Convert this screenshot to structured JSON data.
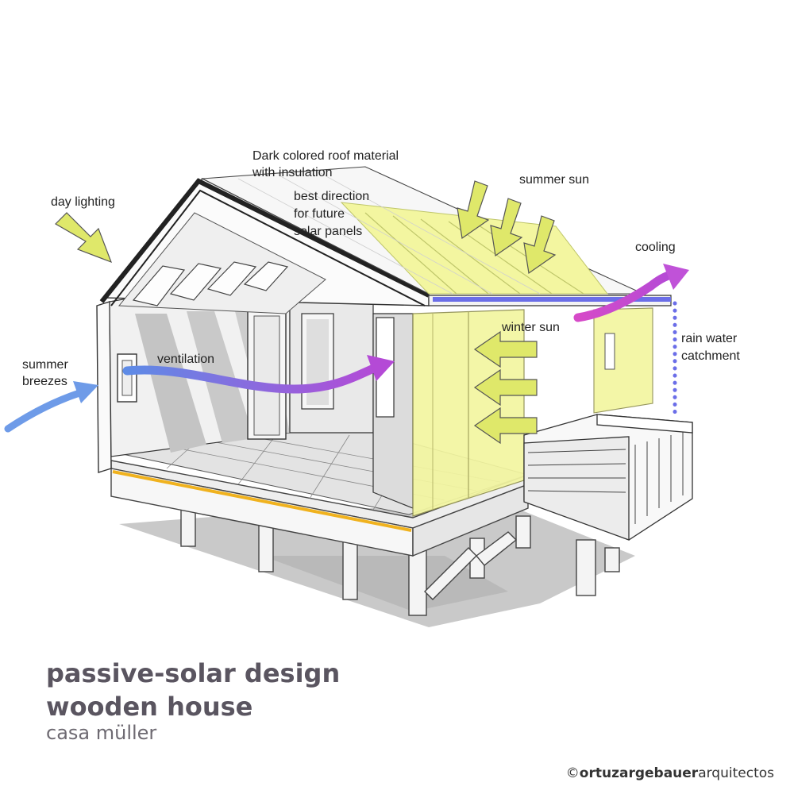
{
  "labels": {
    "day_lighting": "day lighting",
    "roof_line1": "Dark colored roof material",
    "roof_line2": "with insulation",
    "solar_line1": "best direction",
    "solar_line2": "for future",
    "solar_line3": "solar panels",
    "summer_sun": "summer sun",
    "cooling": "cooling",
    "winter_sun": "winter sun",
    "rain_line1": "rain water",
    "rain_line2": "catchment",
    "breezes_line1": "summer",
    "breezes_line2": "breezes",
    "ventilation": "ventilation"
  },
  "title": {
    "line1": "passive-solar design",
    "line2": "wooden house",
    "subtitle": "casa müller"
  },
  "credit": {
    "copyright": "©",
    "bold_part": "ortuzargebauer",
    "regular_part": "arquitectos"
  },
  "colors": {
    "sun_arrow": "#dfe86a",
    "solar_panel": "#f3f6a0",
    "breeze": "#6e9be8",
    "ventilation_end": "#b44ad6",
    "cooling": "#c052d8",
    "rain": "#6b6ee8",
    "floor_edge": "#f0b21e",
    "title_text": "#5a5560"
  }
}
